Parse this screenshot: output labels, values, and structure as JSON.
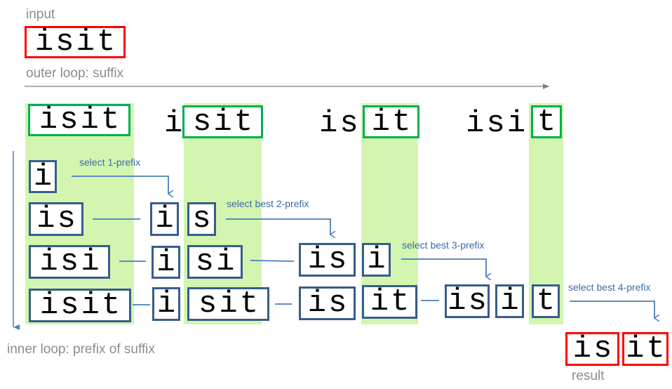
{
  "labels": {
    "input": "input",
    "outer_loop": "outer loop: suffix",
    "inner_loop": "inner loop: prefix of suffix",
    "result": "result"
  },
  "input_string": "isit",
  "suffixes": [
    {
      "prefix": "",
      "suffix": "isit"
    },
    {
      "prefix": "i",
      "suffix": "sit"
    },
    {
      "prefix": "is",
      "suffix": "it"
    },
    {
      "prefix": "isi",
      "suffix": "t"
    }
  ],
  "steps": {
    "select_1": "select 1-prefix",
    "select_2": "select best 2-prefix",
    "select_3": "select best 3-prefix",
    "select_4": "select best 4-prefix"
  },
  "rows": [
    {
      "cells": [
        "i"
      ]
    },
    {
      "cells": [
        "is",
        "i",
        "s"
      ]
    },
    {
      "cells": [
        "isi",
        "i",
        "si",
        "is",
        "i"
      ]
    },
    {
      "cells": [
        "isit",
        "i",
        "sit",
        "is",
        "it",
        "is",
        "i",
        "t"
      ]
    }
  ],
  "result": [
    "is",
    "it"
  ],
  "colors": {
    "green": "#00b050",
    "red": "#ff0000",
    "box": "#385d8a",
    "arrow": "#4a7ebb",
    "column": "#d3f5b0"
  }
}
